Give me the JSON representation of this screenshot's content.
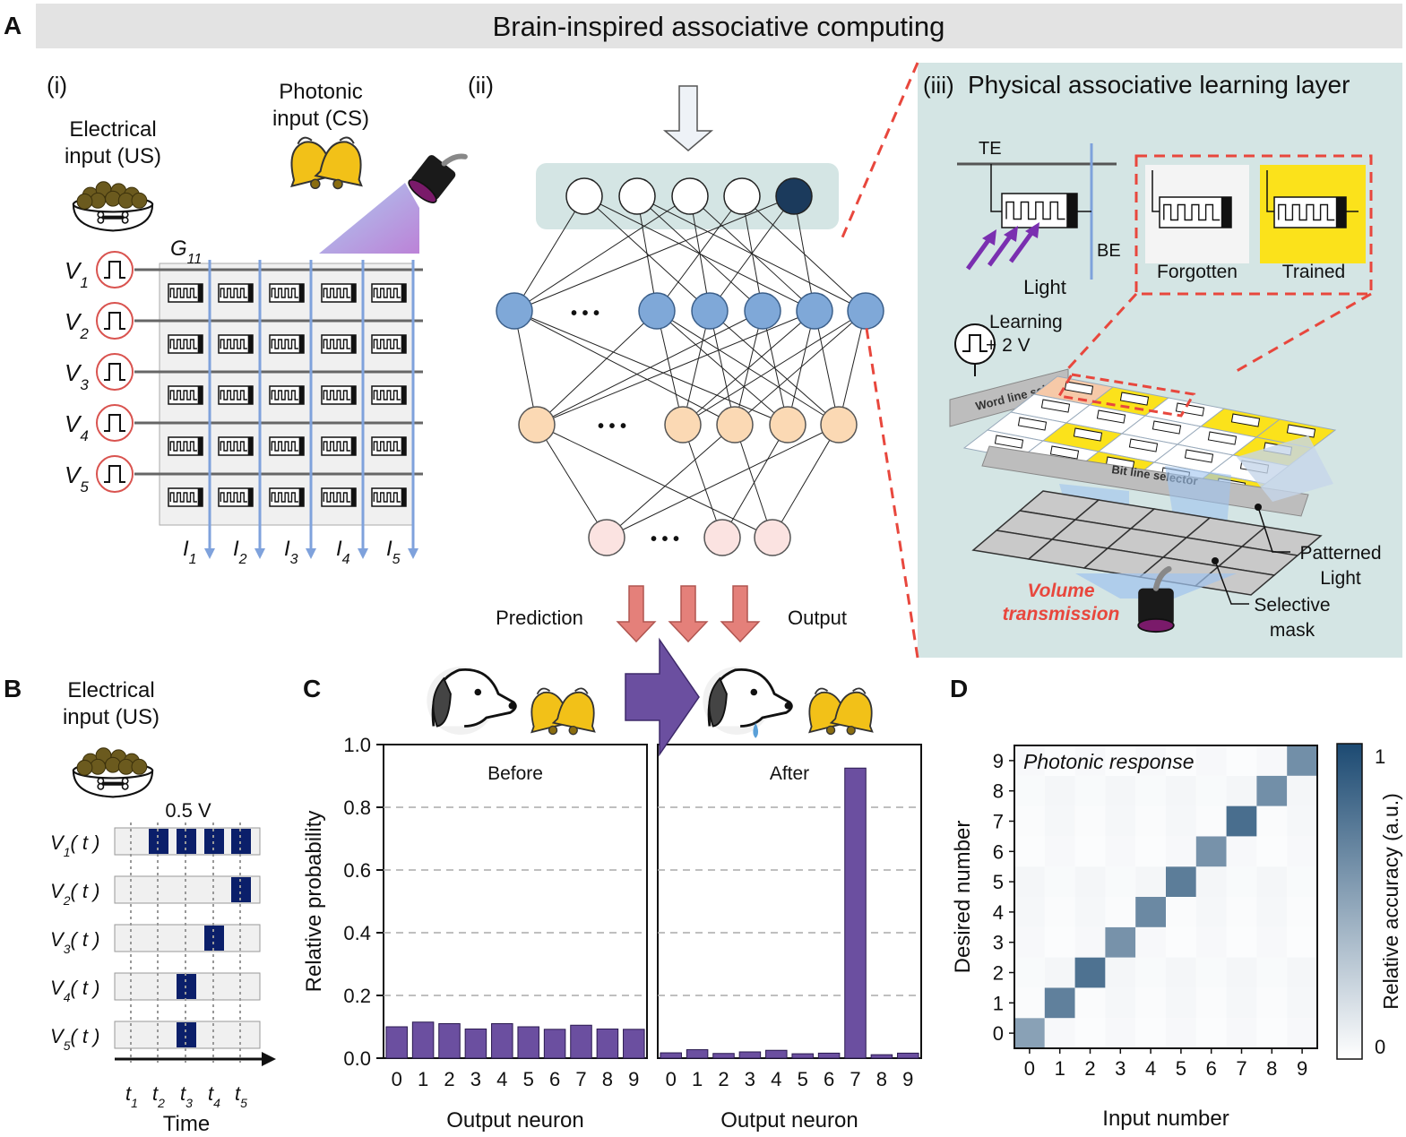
{
  "panel_labels": {
    "A": "A",
    "B": "B",
    "C": "C",
    "D": "D"
  },
  "banner": {
    "title": "Brain-inspired associative computing"
  },
  "panel_a_i": {
    "label": "(i)",
    "electrical_line1": "Electrical",
    "electrical_line2": "input (US)",
    "photonic_line1": "Photonic",
    "photonic_line2": "input (CS)",
    "g11": "G",
    "g11_sub": "11",
    "row_labels": [
      {
        "v": "V",
        "sub": "1"
      },
      {
        "v": "V",
        "sub": "2"
      },
      {
        "v": "V",
        "sub": "3"
      },
      {
        "v": "V",
        "sub": "4"
      },
      {
        "v": "V",
        "sub": "5"
      }
    ],
    "col_labels": [
      {
        "i": "I",
        "sub": "1"
      },
      {
        "i": "I",
        "sub": "2"
      },
      {
        "i": "I",
        "sub": "3"
      },
      {
        "i": "I",
        "sub": "4"
      },
      {
        "i": "I",
        "sub": "5"
      }
    ]
  },
  "panel_a_ii": {
    "label": "(ii)",
    "ellipsis": "• • •",
    "prediction": "Prediction",
    "output": "Output"
  },
  "panel_a_iii": {
    "label": "(iii)",
    "title": "Physical associative learning layer",
    "te": "TE",
    "be": "BE",
    "light": "Light",
    "forgotten": "Forgotten",
    "trained": "Trained",
    "learning": "Learning",
    "plus2v": "+ 2 V",
    "word_line": "Word line selector",
    "bit_line": "Bit line selector",
    "patterned1": "Patterned",
    "patterned2": "Light",
    "selective1": "Selective",
    "selective2": "mask",
    "volume1": "Volume",
    "volume2": "transmission"
  },
  "panel_b": {
    "electrical_line1": "Electrical",
    "electrical_line2": "input (US)",
    "voltage": "0.5 V",
    "rows": [
      "V1( t )",
      "V2( t )",
      "V3( t )",
      "V4( t )",
      "V5( t )"
    ],
    "row_v": "V",
    "row_subs": [
      "1",
      "2",
      "3",
      "4",
      "5"
    ],
    "row_suffix": "( t )",
    "time_sub": [
      "1",
      "2",
      "3",
      "4",
      "5"
    ],
    "time_t": "t",
    "time_label": "Time",
    "pulses": [
      [
        2,
        3,
        4,
        5
      ],
      [
        5
      ],
      [
        4
      ],
      [
        3
      ],
      [
        3
      ]
    ]
  },
  "chart_data": [
    {
      "type": "bar",
      "title": "Before",
      "categories": [
        "0",
        "1",
        "2",
        "3",
        "4",
        "5",
        "6",
        "7",
        "8",
        "9"
      ],
      "values": [
        0.1,
        0.115,
        0.11,
        0.093,
        0.11,
        0.1,
        0.092,
        0.105,
        0.093,
        0.092
      ],
      "xlabel": "Output neuron",
      "ylabel": "Relative probability",
      "ylim": [
        0,
        1.0
      ],
      "yticks": [
        "0.0",
        "0.2",
        "0.4",
        "0.6",
        "0.8",
        "1.0"
      ],
      "grid": true,
      "color": "#6b4fa0"
    },
    {
      "type": "bar",
      "title": "After",
      "categories": [
        "0",
        "1",
        "2",
        "3",
        "4",
        "5",
        "6",
        "7",
        "8",
        "9"
      ],
      "values": [
        0.017,
        0.027,
        0.015,
        0.02,
        0.025,
        0.014,
        0.016,
        0.925,
        0.011,
        0.016
      ],
      "xlabel": "Output neuron",
      "ylabel": "",
      "ylim": [
        0,
        1.0
      ],
      "grid": true,
      "color": "#6b4fa0"
    },
    {
      "type": "heatmap",
      "title": "Photonic response",
      "x_categories": [
        "0",
        "1",
        "2",
        "3",
        "4",
        "5",
        "6",
        "7",
        "8",
        "9"
      ],
      "y_categories": [
        "0",
        "1",
        "2",
        "3",
        "4",
        "5",
        "6",
        "7",
        "8",
        "9"
      ],
      "xlabel": "Input number",
      "ylabel": "Desired number",
      "colorbar_label": "Relative accuracy (a.u.)",
      "colorbar_ticks": [
        "1",
        "0"
      ],
      "diagonal": [
        0.52,
        0.7,
        0.78,
        0.6,
        0.65,
        0.72,
        0.6,
        0.8,
        0.62,
        0.62
      ],
      "off_diagonal_level": 0.04
    }
  ]
}
